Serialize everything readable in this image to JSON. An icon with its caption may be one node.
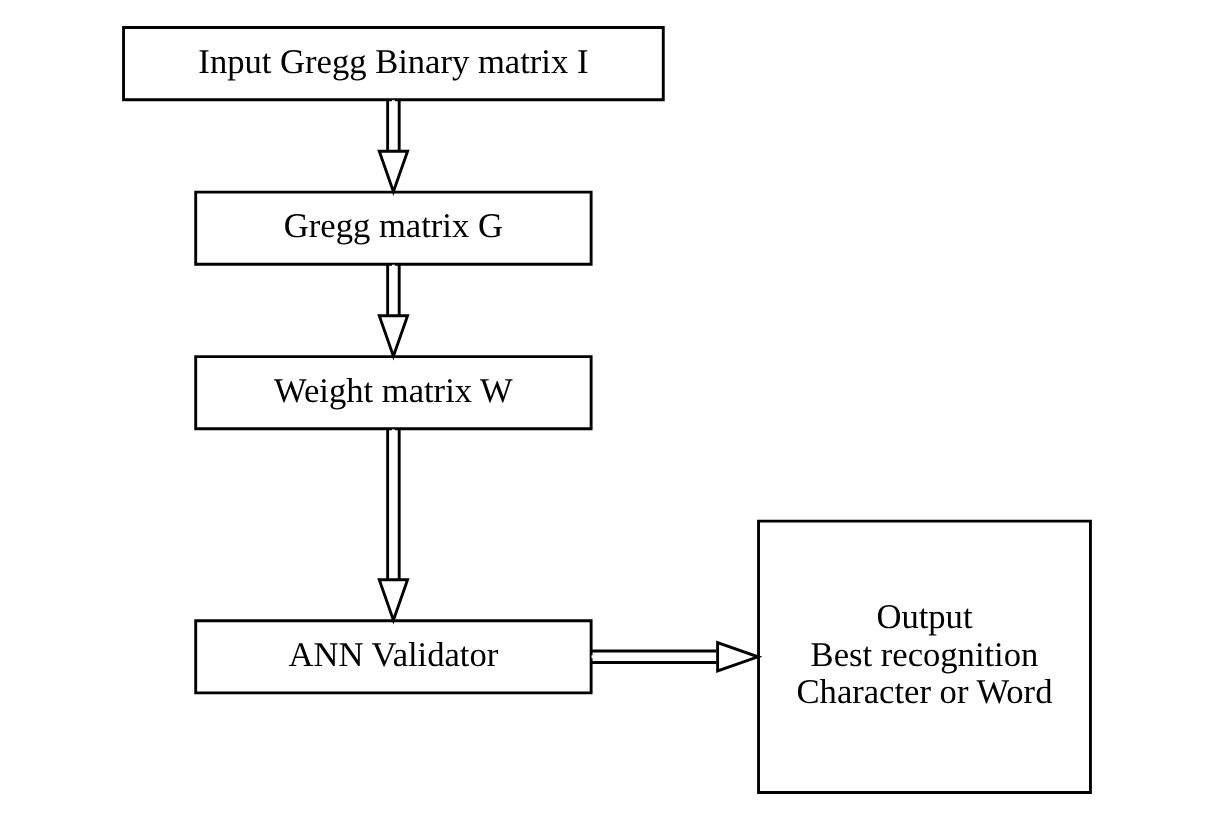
{
  "diagram": {
    "nodes": [
      {
        "text": [
          "Input Gregg Binary matrix I"
        ]
      },
      {
        "text": [
          "Gregg matrix G"
        ]
      },
      {
        "text": [
          "Weight matrix W"
        ]
      },
      {
        "text": [
          "ANN Validator"
        ]
      },
      {
        "text": [
          "Output",
          "Best recognition Character or Word"
        ]
      }
    ],
    "edges": [
      {
        "from": 0,
        "to": 1,
        "arrow": "to"
      },
      {
        "from": 1,
        "to": 2,
        "arrow": "to"
      },
      {
        "from": 2,
        "to": 3,
        "arrow": "to"
      },
      {
        "from": 3,
        "to": 4,
        "arrow": "to"
      }
    ]
  }
}
